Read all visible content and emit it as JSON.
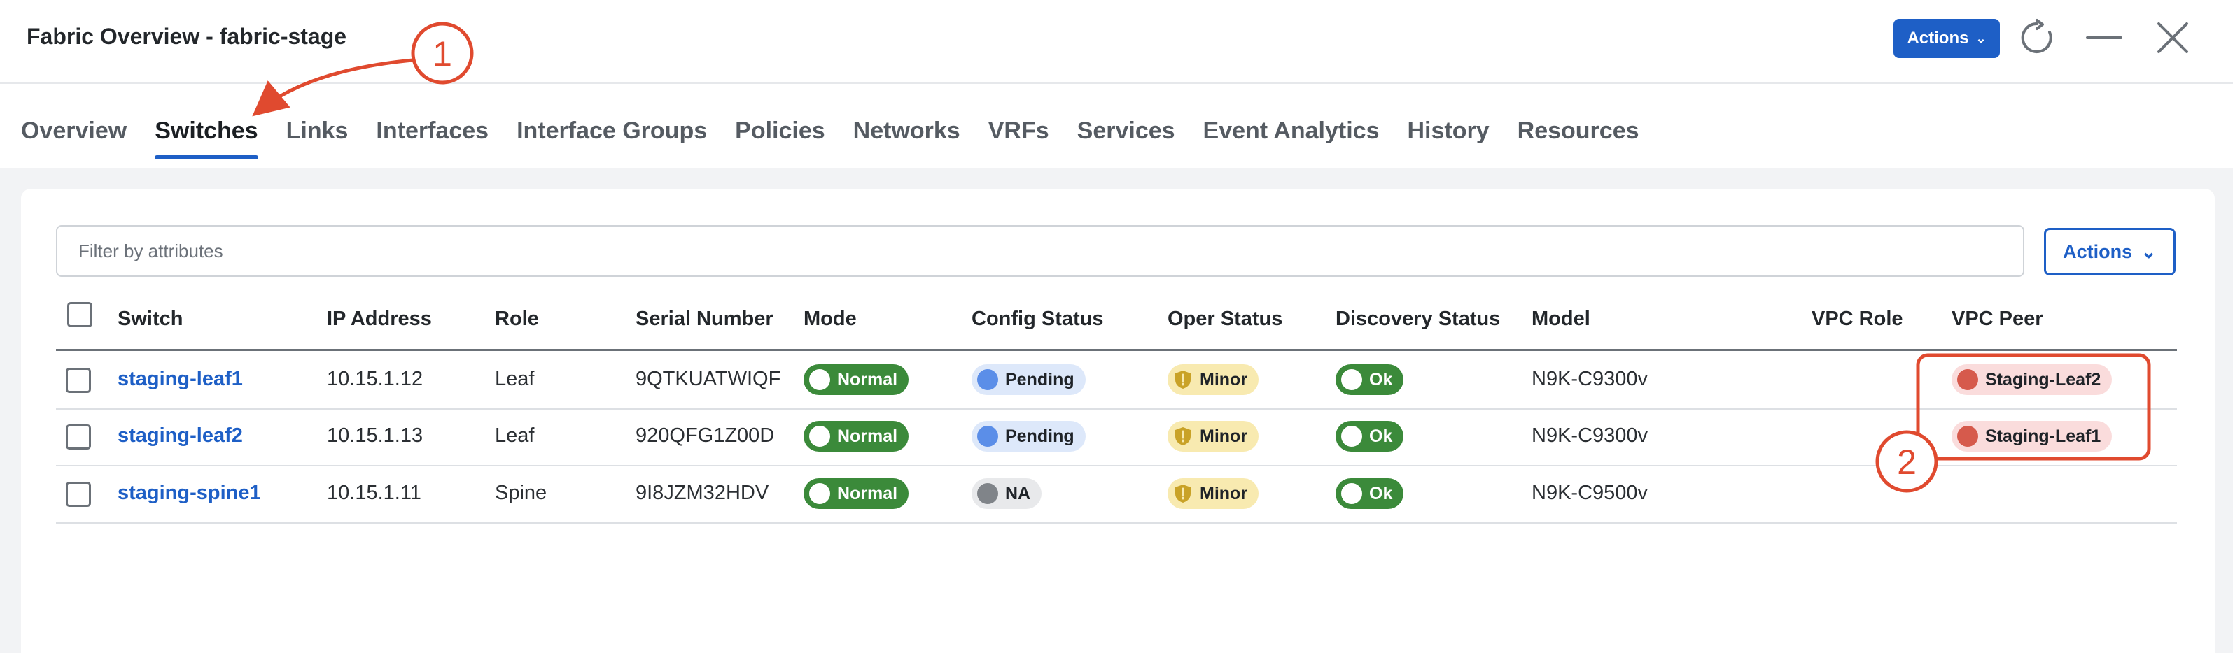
{
  "header": {
    "title": "Fabric Overview - fabric-stage",
    "actions_label": "Actions",
    "icons": [
      "chevron-down-icon",
      "refresh-icon",
      "minimize-icon",
      "close-icon"
    ]
  },
  "tabs": [
    {
      "label": "Overview"
    },
    {
      "label": "Switches",
      "active": true
    },
    {
      "label": "Links"
    },
    {
      "label": "Interfaces"
    },
    {
      "label": "Interface Groups"
    },
    {
      "label": "Policies"
    },
    {
      "label": "Networks"
    },
    {
      "label": "VRFs"
    },
    {
      "label": "Services"
    },
    {
      "label": "Event Analytics"
    },
    {
      "label": "History"
    },
    {
      "label": "Resources"
    }
  ],
  "toolbar": {
    "filter_placeholder": "Filter by attributes",
    "actions_label": "Actions"
  },
  "table": {
    "columns": [
      "Switch",
      "IP Address",
      "Role",
      "Serial Number",
      "Mode",
      "Config Status",
      "Oper Status",
      "Discovery Status",
      "Model",
      "VPC Role",
      "VPC Peer"
    ],
    "rows": [
      {
        "switch": "staging-leaf1",
        "ip": "10.15.1.12",
        "role": "Leaf",
        "serial": "9QTKUATWIQF",
        "mode": "Normal",
        "config_status": "Pending",
        "oper_status": "Minor",
        "discovery_status": "Ok",
        "model": "N9K-C9300v",
        "vpc_role": "",
        "vpc_peer": "Staging-Leaf2"
      },
      {
        "switch": "staging-leaf2",
        "ip": "10.15.1.13",
        "role": "Leaf",
        "serial": "920QFG1Z00D",
        "mode": "Normal",
        "config_status": "Pending",
        "oper_status": "Minor",
        "discovery_status": "Ok",
        "model": "N9K-C9300v",
        "vpc_role": "",
        "vpc_peer": "Staging-Leaf1"
      },
      {
        "switch": "staging-spine1",
        "ip": "10.15.1.11",
        "role": "Spine",
        "serial": "9I8JZM32HDV",
        "mode": "Normal",
        "config_status": "NA",
        "oper_status": "Minor",
        "discovery_status": "Ok",
        "model": "N9K-C9500v",
        "vpc_role": "",
        "vpc_peer": ""
      }
    ]
  },
  "annotations": {
    "callout_1": "1",
    "callout_2": "2",
    "color": "#e04a2f"
  },
  "colors": {
    "primary": "#1e5fc6",
    "status_green": "#3b8a3a",
    "pending_blue": "#5b8ee8",
    "minor_yellow": "#f8eab0",
    "peer_red": "#d65a4c"
  }
}
